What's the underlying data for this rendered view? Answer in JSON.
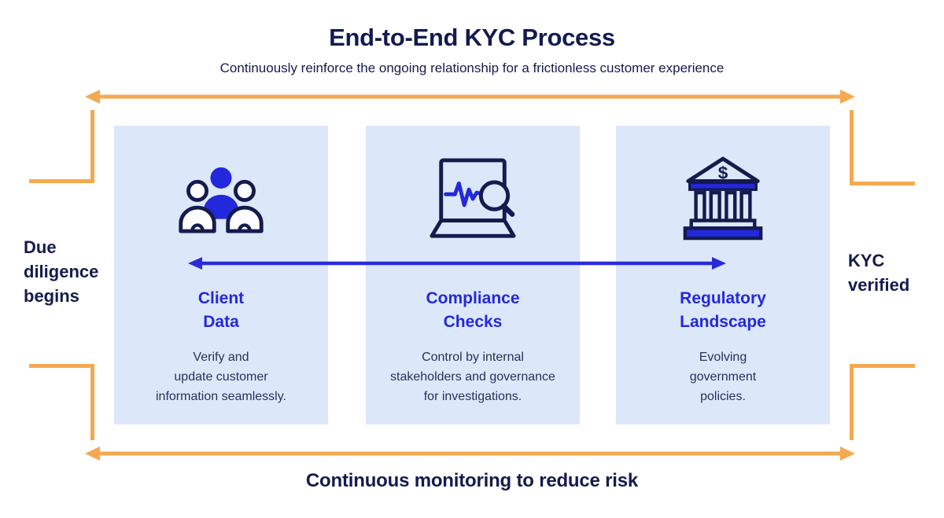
{
  "header": {
    "title": "End-to-End KYC Process",
    "subtitle": "Continuously reinforce the ongoing relationship for a frictionless customer experience"
  },
  "labels": {
    "left": "Due diligence begins",
    "right": "KYC verified",
    "bottom": "Continuous monitoring to reduce risk"
  },
  "arrows": {
    "top": "orange-double-headed-arrow",
    "bottom": "orange-double-headed-arrow",
    "middle": "blue-double-headed-arrow"
  },
  "cards": [
    {
      "icon": "people-group-icon",
      "title_lines": [
        "Client",
        "Data"
      ],
      "desc_lines": [
        "Verify and",
        "update customer",
        "information seamlessly."
      ]
    },
    {
      "icon": "laptop-pulse-magnifier-icon",
      "title_lines": [
        "Compliance",
        "Checks"
      ],
      "desc_lines": [
        "Control by internal",
        "stakeholders and governance",
        "for investigations."
      ]
    },
    {
      "icon": "bank-icon",
      "icon_text": "$",
      "title_lines": [
        "Regulatory",
        "Landscape"
      ],
      "desc_lines": [
        "Evolving",
        "government",
        "policies."
      ]
    }
  ],
  "colors": {
    "navy": "#141B4D",
    "blue": "#2428DC",
    "orange": "#F4A951",
    "card_bg": "#DCE7FA",
    "body_text": "#2A3157"
  }
}
